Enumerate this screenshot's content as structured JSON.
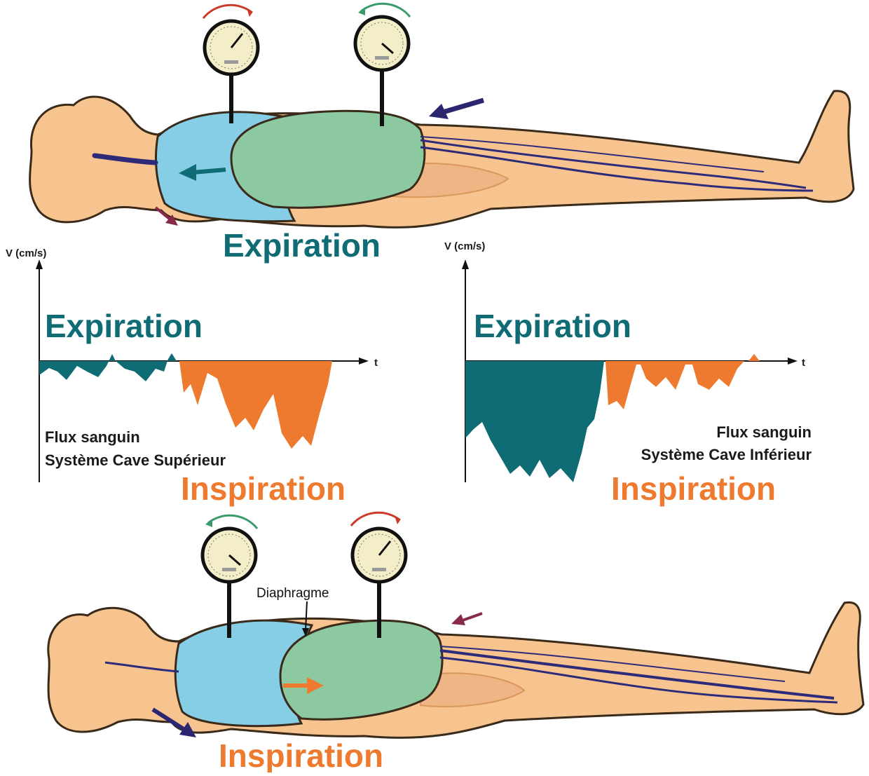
{
  "colors": {
    "expiration": "#0f6b74",
    "inspiration": "#ee7a2f",
    "skin": "#f7c48f",
    "thorax": "#86cde6",
    "abdomen": "#8cc9a1",
    "vein": "#2e2a7a",
    "outline": "#3a2a1a",
    "arrow_navy": "#2a2670",
    "arrow_maroon": "#8a2a4a"
  },
  "labels": {
    "top_state": "Expiration",
    "bottom_state": "Inspiration",
    "diaphragm": "Diaphragme"
  },
  "charts": {
    "left": {
      "ylabel": "V (cm/s)",
      "xlabel": "t",
      "expiration_label": "Expiration",
      "inspiration_label": "Inspiration",
      "caption_line1": "Flux sanguin",
      "caption_line2": "Système Cave Supérieur"
    },
    "right": {
      "ylabel": "V (cm/s)",
      "xlabel": "t",
      "expiration_label": "Expiration",
      "inspiration_label": "Inspiration",
      "caption_line1": "Flux sanguin",
      "caption_line2": "Système Cave Inférieur"
    }
  },
  "icons": [
    "pressure-gauge-icon",
    "flow-arrow-icon",
    "time-axis-arrow-icon"
  ]
}
